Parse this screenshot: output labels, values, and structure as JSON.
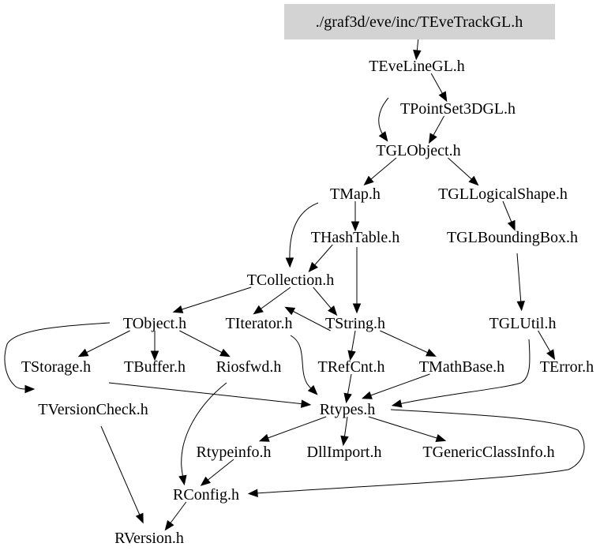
{
  "diagram": {
    "type": "include-dependency-graph",
    "root_color": "#d3d3d3",
    "nodes": [
      {
        "id": "TEveTrackGL",
        "label": "./graf3d/eve/inc/TEveTrackGL.h",
        "root": true
      },
      {
        "id": "TEveLineGL",
        "label": "TEveLineGL.h"
      },
      {
        "id": "TPointSet3DGL",
        "label": "TPointSet3DGL.h"
      },
      {
        "id": "TGLObject",
        "label": "TGLObject.h"
      },
      {
        "id": "TMap",
        "label": "TMap.h"
      },
      {
        "id": "TGLLogicalShape",
        "label": "TGLLogicalShape.h"
      },
      {
        "id": "THashTable",
        "label": "THashTable.h"
      },
      {
        "id": "TGLBoundingBox",
        "label": "TGLBoundingBox.h"
      },
      {
        "id": "TCollection",
        "label": "TCollection.h"
      },
      {
        "id": "TObject",
        "label": "TObject.h"
      },
      {
        "id": "TIterator",
        "label": "TIterator.h"
      },
      {
        "id": "TString",
        "label": "TString.h"
      },
      {
        "id": "TGLUtil",
        "label": "TGLUtil.h"
      },
      {
        "id": "TStorage",
        "label": "TStorage.h"
      },
      {
        "id": "TBuffer",
        "label": "TBuffer.h"
      },
      {
        "id": "Riosfwd",
        "label": "Riosfwd.h"
      },
      {
        "id": "TRefCnt",
        "label": "TRefCnt.h"
      },
      {
        "id": "TMathBase",
        "label": "TMathBase.h"
      },
      {
        "id": "TError",
        "label": "TError.h"
      },
      {
        "id": "TVersionCheck",
        "label": "TVersionCheck.h"
      },
      {
        "id": "Rtypes",
        "label": "Rtypes.h"
      },
      {
        "id": "Rtypeinfo",
        "label": "Rtypeinfo.h"
      },
      {
        "id": "DllImport",
        "label": "DllImport.h"
      },
      {
        "id": "TGenericClassInfo",
        "label": "TGenericClassInfo.h"
      },
      {
        "id": "RConfig",
        "label": "RConfig.h"
      },
      {
        "id": "RVersion",
        "label": "RVersion.h"
      }
    ],
    "edges": [
      {
        "from": "TEveTrackGL",
        "to": "TEveLineGL"
      },
      {
        "from": "TEveLineGL",
        "to": "TPointSet3DGL"
      },
      {
        "from": "TEveLineGL",
        "to": "TGLObject"
      },
      {
        "from": "TPointSet3DGL",
        "to": "TGLObject"
      },
      {
        "from": "TGLObject",
        "to": "TMap"
      },
      {
        "from": "TGLObject",
        "to": "TGLLogicalShape"
      },
      {
        "from": "TMap",
        "to": "THashTable"
      },
      {
        "from": "TMap",
        "to": "TCollection"
      },
      {
        "from": "TGLLogicalShape",
        "to": "TGLBoundingBox"
      },
      {
        "from": "THashTable",
        "to": "TCollection"
      },
      {
        "from": "THashTable",
        "to": "TString"
      },
      {
        "from": "TGLBoundingBox",
        "to": "TGLUtil"
      },
      {
        "from": "TCollection",
        "to": "TObject"
      },
      {
        "from": "TCollection",
        "to": "TIterator"
      },
      {
        "from": "TCollection",
        "to": "TString"
      },
      {
        "from": "TObject",
        "to": "TStorage"
      },
      {
        "from": "TObject",
        "to": "TBuffer"
      },
      {
        "from": "TObject",
        "to": "Riosfwd"
      },
      {
        "from": "TObject",
        "to": "TVersionCheck"
      },
      {
        "from": "TIterator",
        "to": "Rtypes"
      },
      {
        "from": "TString",
        "to": "TIterator"
      },
      {
        "from": "TString",
        "to": "TRefCnt"
      },
      {
        "from": "TString",
        "to": "TMathBase"
      },
      {
        "from": "TGLUtil",
        "to": "TError"
      },
      {
        "from": "TGLUtil",
        "to": "Rtypes"
      },
      {
        "from": "TStorage",
        "to": "Rtypes"
      },
      {
        "from": "Riosfwd",
        "to": "RConfig"
      },
      {
        "from": "TRefCnt",
        "to": "Rtypes"
      },
      {
        "from": "TMathBase",
        "to": "Rtypes"
      },
      {
        "from": "TVersionCheck",
        "to": "RVersion"
      },
      {
        "from": "Rtypes",
        "to": "Rtypeinfo"
      },
      {
        "from": "Rtypes",
        "to": "DllImport"
      },
      {
        "from": "Rtypes",
        "to": "TGenericClassInfo"
      },
      {
        "from": "Rtypes",
        "to": "RConfig"
      },
      {
        "from": "Rtypeinfo",
        "to": "RConfig"
      },
      {
        "from": "RConfig",
        "to": "RVersion"
      }
    ]
  }
}
